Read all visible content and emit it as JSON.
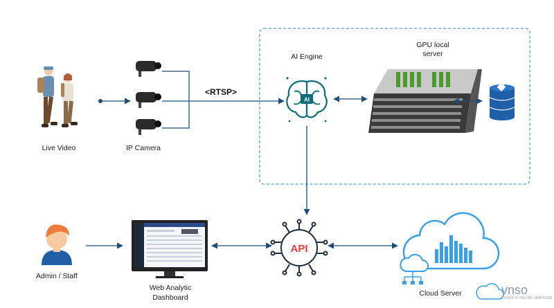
{
  "labels": {
    "live_video": "Live Video",
    "ip_camera": "IP Camera",
    "rtsp": "<RTSP>",
    "ai_engine": "AI Engine",
    "gpu_line1": "GPU local",
    "gpu_line2": "server",
    "admin_staff": "Admin / Staff",
    "web_line1": "Web Analytic",
    "web_line2": "Dashboard",
    "cloud_server": "Cloud Server",
    "ai_chip": "AI",
    "api": "API"
  },
  "logo": {
    "name": "vnso",
    "tagline": "CLOUD & ONLINE SERVICES"
  },
  "colors": {
    "line": "#1f4e79",
    "dashed_border": "#4aa3df",
    "ai_teal": "#0e6b7a",
    "cloud_blue": "#3aa0e6",
    "db_blue": "#1f5fa8",
    "api_dark": "#1f2d3d",
    "api_red": "#e23b3b"
  }
}
